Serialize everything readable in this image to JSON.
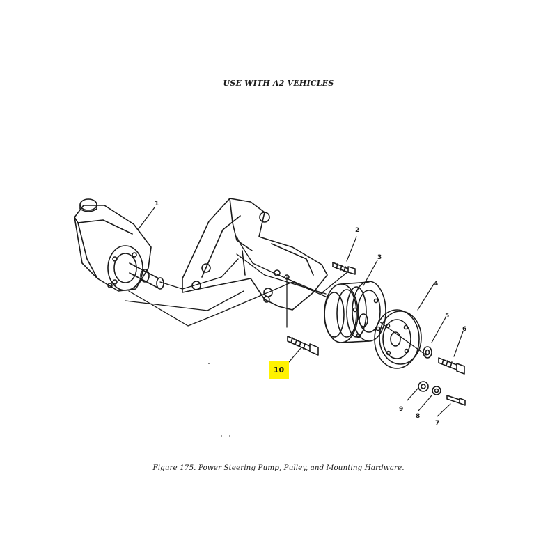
{
  "header": {
    "title": "USE WITH A2 VEHICLES"
  },
  "callouts": [
    "1",
    "2",
    "3",
    "4",
    "5",
    "6",
    "7",
    "8",
    "9",
    "10"
  ],
  "highlighted_callout": "10",
  "highlight_color": "#fff200",
  "caption": {
    "text": "Figure 175.  Power Steering Pump, Pulley, and Mounting Hardware."
  }
}
